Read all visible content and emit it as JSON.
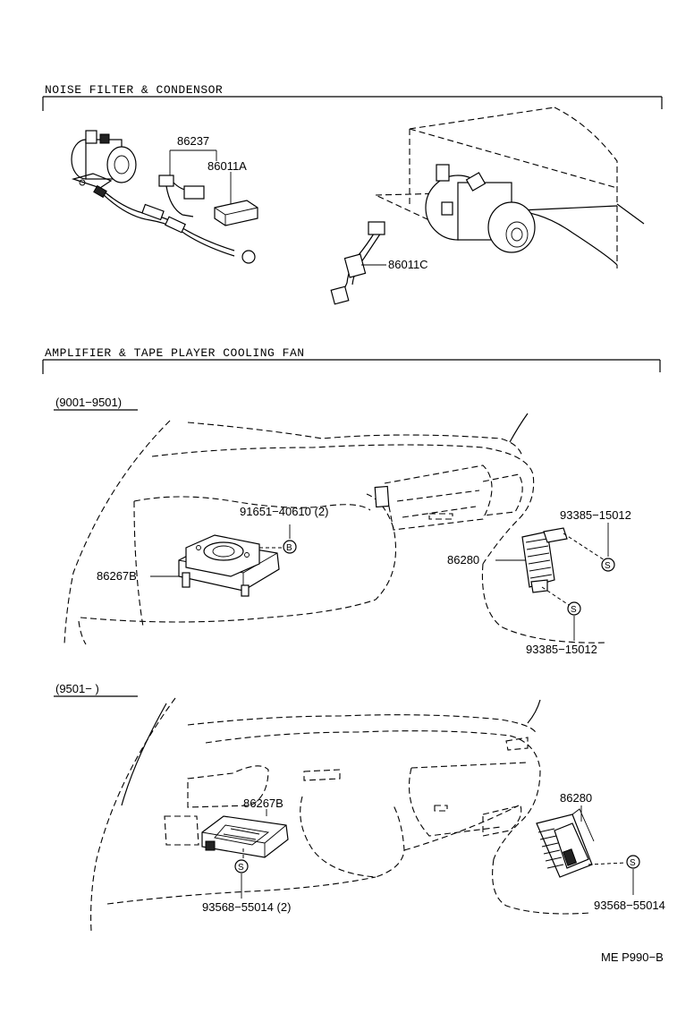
{
  "sections": {
    "noise_filter": {
      "title": "NOISE FILTER & CONDENSOR",
      "parts": {
        "p1": "86237",
        "p2": "86011A",
        "p3": "86011C"
      }
    },
    "amplifier": {
      "title": "AMPLIFIER & TAPE PLAYER COOLING FAN"
    }
  },
  "variant_a": {
    "range": "(9001−9501)",
    "parts": {
      "bolt": "91651−40610 (2)",
      "amp": "86267B",
      "fan": "86280",
      "screw_top": "93385−15012",
      "screw_bottom": "93385−15012"
    },
    "symbols": {
      "b": "B",
      "s1": "S",
      "s2": "S"
    }
  },
  "variant_b": {
    "range": "(9501−       )",
    "parts": {
      "amp": "86267B",
      "fan": "86280",
      "screw_left": "93568−55014 (2)",
      "screw_right": "93568−55014"
    },
    "symbols": {
      "s1": "S",
      "s2": "S"
    }
  },
  "footer": {
    "code": "ME  P990−B"
  }
}
